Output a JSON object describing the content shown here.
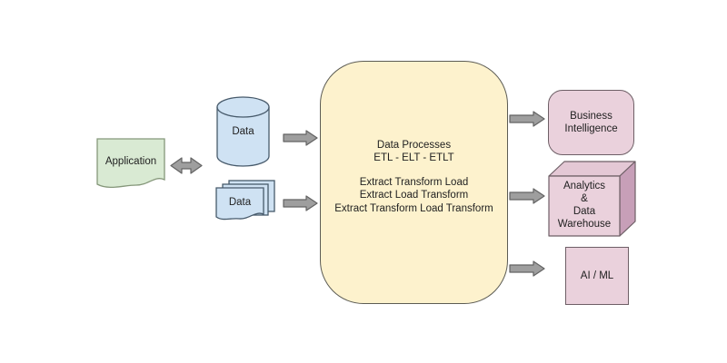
{
  "application": {
    "label": "Application"
  },
  "data_cylinder": {
    "label": "Data"
  },
  "data_documents": {
    "label": "Data"
  },
  "process": {
    "title": "Data Processes",
    "subtitle": "ETL - ELT - ETLT",
    "lines": [
      "Extract Transform Load",
      "Extract Load Transform",
      "Extract Transform Load Transform"
    ]
  },
  "outputs": {
    "business_intelligence": {
      "lines": [
        "Business",
        "Intelligence"
      ]
    },
    "analytics_warehouse": {
      "lines": [
        "Analytics",
        "&",
        "Data",
        "Warehouse"
      ]
    },
    "ai_ml": {
      "label": "AI / ML"
    }
  },
  "colors": {
    "background": "#ffffff",
    "application_fill": "#d9ead3",
    "application_border": "#85977a",
    "data_fill": "#cfe2f3",
    "data_border": "#475a6b",
    "process_fill": "#fdf2cd",
    "process_border": "#5c5c54",
    "output_fill": "#ead1dc",
    "output_border": "#6e5f66",
    "cube_top_fill": "#e4c8d5",
    "cube_side_fill": "#c79fb8",
    "arrow_fill": "#9e9e9e",
    "arrow_border": "#636363",
    "text": "#212121"
  }
}
